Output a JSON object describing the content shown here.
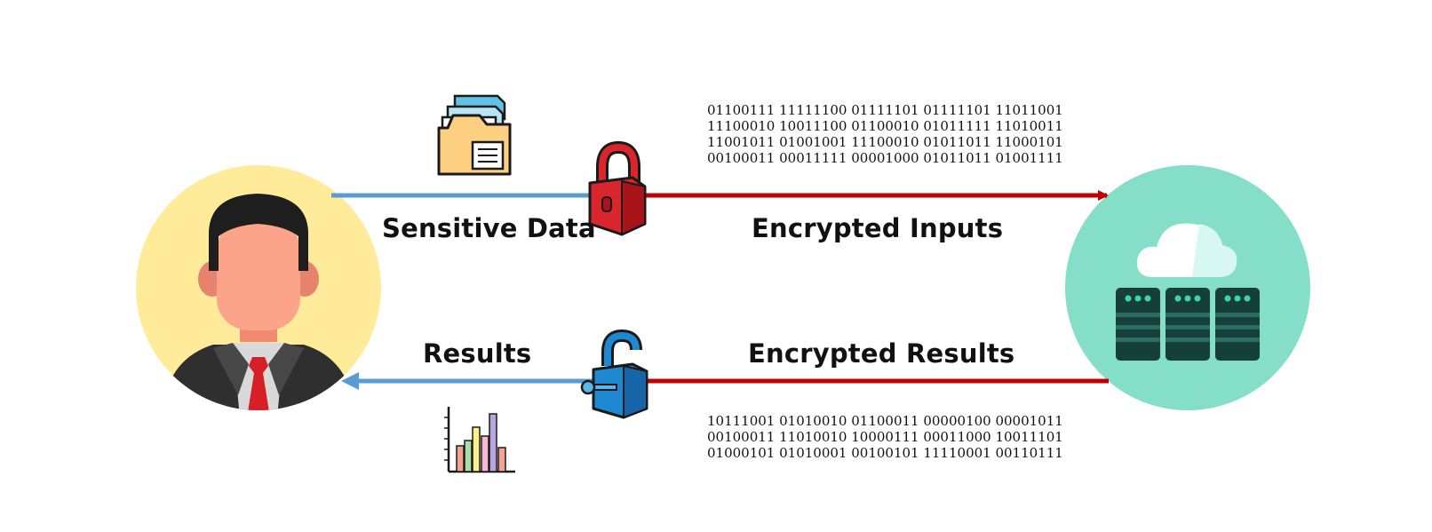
{
  "labels": {
    "sensitive_data": "Sensitive Data",
    "encrypted_inputs": "Encrypted Inputs",
    "results": "Results",
    "encrypted_results": "Encrypted Results"
  },
  "binary_top": [
    "01100111 11111100 01111101 01111101 11011001",
    "11100010 10011100 01100010 01011111 11010011",
    "11001011 01001001 11100010 01011011 11000101",
    "00100011 00011111 00001000 01011011 01001111"
  ],
  "binary_bottom": [
    "10111001 01010010 01100011 00000100 00001011",
    "00100011 11010010 10000111 00011000 10011101",
    "01000101 01010001 00100101 11110001 00110111"
  ],
  "colors": {
    "blue_arrow": "#5B9BD5",
    "red_arrow": "#C00000",
    "user_circle": "#FFEB99",
    "server_circle": "#85DFC8",
    "lock_closed": "#D9262C",
    "lock_open": "#1E88D0"
  },
  "icons": {
    "user": "user-avatar-icon",
    "server": "cloud-server-icon",
    "folder": "document-folder-icon",
    "lock_closed": "closed-lock-icon",
    "lock_open": "open-lock-key-icon",
    "chart": "bar-chart-icon"
  }
}
